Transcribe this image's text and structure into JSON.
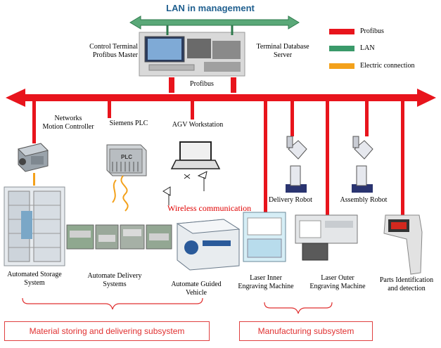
{
  "title": "LAN in management",
  "legend": [
    {
      "label": "Profibus",
      "color": "#e8141c"
    },
    {
      "label": "LAN",
      "color": "#3a9a6a"
    },
    {
      "label": "Electric connection",
      "color": "#f3a11b"
    }
  ],
  "labels": {
    "control_terminal": [
      "Control Terminal",
      "Profibus Master"
    ],
    "terminal_db": [
      "Terminal Database",
      "Server"
    ],
    "profibus_top": "Profibus",
    "networks_motion": [
      "Networks",
      "Motion Controller"
    ],
    "siemens_plc": "Siemens PLC",
    "plc_text": "PLC",
    "agv_workstation": "AGV Workstation",
    "wireless": "Wireless communication",
    "delivery_robot": "Delivery Robot",
    "assembly_robot": "Assembly Robot",
    "storage": [
      "Automated Storage",
      "System"
    ],
    "delivery_systems": [
      "Automate Delivery",
      "Systems"
    ],
    "agv": [
      "Automate Guided",
      "Vehicle"
    ],
    "laser_inner": [
      "Laser Inner",
      "Engraving Machine"
    ],
    "laser_outer": [
      "Laser Outer",
      "Engraving Machine"
    ],
    "parts_id": [
      "Parts Identification",
      "and detection"
    ]
  },
  "subsystems": {
    "material": "Material storing and delivering subsystem",
    "manufacturing": "Manufacturing subsystem"
  },
  "colors": {
    "profibus": "#e8141c",
    "lan": "#3a9a6a",
    "electric": "#f3a11b",
    "title": "#1f5f8f",
    "brace": "#e03030"
  }
}
